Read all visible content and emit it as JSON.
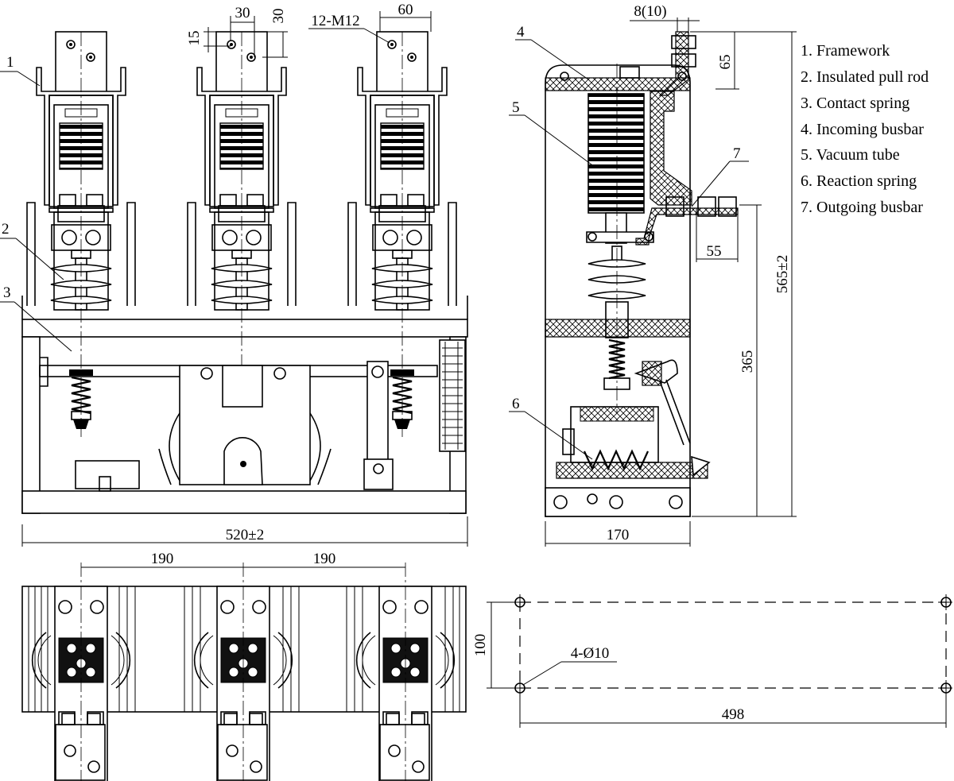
{
  "legend": [
    {
      "num": "1",
      "text": "1. Framework"
    },
    {
      "num": "2",
      "text": "2. Insulated pull rod"
    },
    {
      "num": "3",
      "text": "3. Contact spring"
    },
    {
      "num": "4",
      "text": "4. Incoming busbar"
    },
    {
      "num": "5",
      "text": "5. Vacuum tube"
    },
    {
      "num": "6",
      "text": "6. Reaction spring"
    },
    {
      "num": "7",
      "text": "7. Outgoing busbar"
    }
  ],
  "front_view": {
    "dim_30a": "30",
    "dim_30b": "30",
    "dim_15": "15",
    "dim_60": "60",
    "bolt_label": "12-M12",
    "width": "520±2",
    "callouts": [
      "1",
      "2",
      "3"
    ]
  },
  "side_view": {
    "dim_8": "8(10)",
    "dim_65": "65",
    "dim_55": "55",
    "dim_365": "365",
    "height": "565±2",
    "width": "170",
    "callouts": [
      "4",
      "5",
      "6",
      "7"
    ]
  },
  "top_view": {
    "pitch_a": "190",
    "pitch_b": "190"
  },
  "hole_pattern": {
    "hole_label": "4-Ø10",
    "spacing_y": "100",
    "spacing_x": "498"
  }
}
